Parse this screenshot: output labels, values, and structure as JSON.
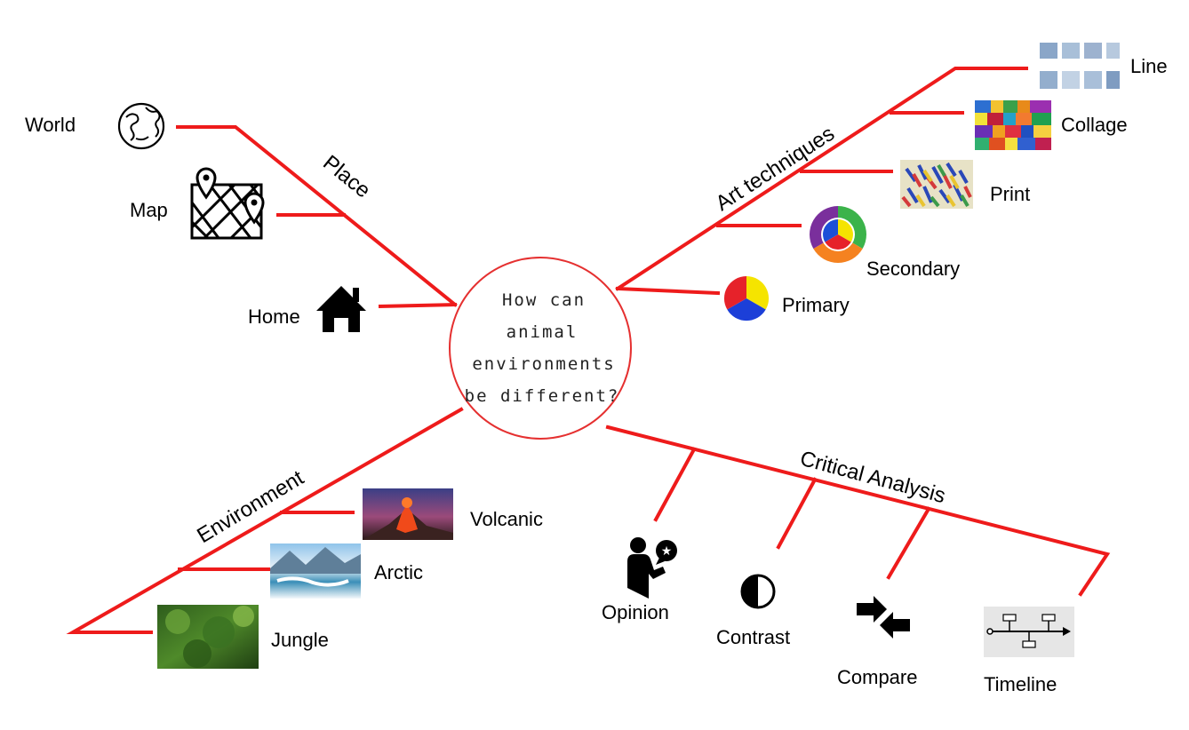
{
  "center": {
    "lines": [
      "How can",
      "animal",
      "environments",
      "be different?"
    ]
  },
  "branches": {
    "place": {
      "title": "Place",
      "items": {
        "world": "World",
        "map": "Map",
        "home": "Home"
      }
    },
    "art": {
      "title": "Art techniques",
      "items": {
        "line": "Line",
        "collage": "Collage",
        "print": "Print",
        "secondary": "Secondary",
        "primary": "Primary"
      }
    },
    "environment": {
      "title": "Environment",
      "items": {
        "volcanic": "Volcanic",
        "arctic": "Arctic",
        "jungle": "Jungle"
      }
    },
    "critical": {
      "title": "Critical Analysis",
      "items": {
        "opinion": "Opinion",
        "contrast": "Contrast",
        "compare": "Compare",
        "timeline": "Timeline"
      }
    }
  },
  "colors": {
    "branch_line": "#ee1b1b",
    "center_ring": "#e53030"
  },
  "icons": [
    "globe-icon",
    "map-pins-icon",
    "house-icon",
    "line-swatches-image",
    "collage-image",
    "print-image",
    "secondary-color-wheel-icon",
    "primary-color-wheel-icon",
    "volcano-image",
    "arctic-image",
    "jungle-image",
    "opinion-icon",
    "contrast-icon",
    "compare-arrows-icon",
    "timeline-icon"
  ]
}
